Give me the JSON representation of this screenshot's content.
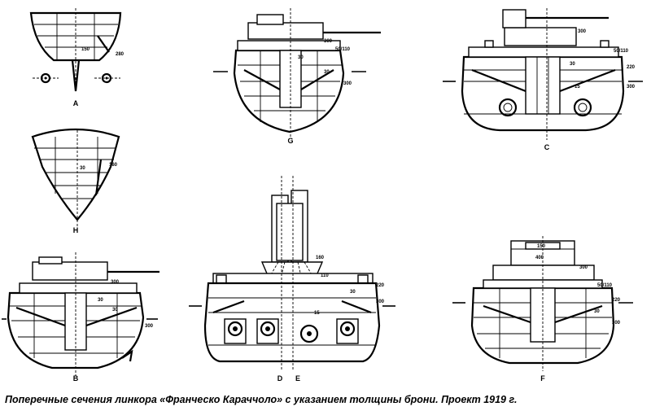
{
  "caption": "Поперечные сечения линкора «Франческо Караччоло» с указанием толщины брони. Проект 1919 г.",
  "sections": {
    "A": {
      "label": "A",
      "armor": [
        "150",
        "280"
      ]
    },
    "H": {
      "label": "H",
      "armor": [
        "30",
        "160"
      ]
    },
    "B": {
      "label": "B",
      "armor": [
        "300",
        "30",
        "30",
        "300"
      ]
    },
    "G": {
      "label": "G",
      "armor": [
        "300",
        "50/110",
        "30",
        "30",
        "300"
      ]
    },
    "C": {
      "label": "C",
      "armor": [
        "300",
        "50/110",
        "30",
        "220",
        "15",
        "300"
      ]
    },
    "DE": {
      "label_d": "D",
      "label_e": "E",
      "armor": [
        "160",
        "110",
        "220",
        "30",
        "15",
        "300"
      ]
    },
    "F": {
      "label": "F",
      "armor": [
        "150",
        "400",
        "300",
        "50/110",
        "220",
        "30",
        "300"
      ]
    }
  }
}
